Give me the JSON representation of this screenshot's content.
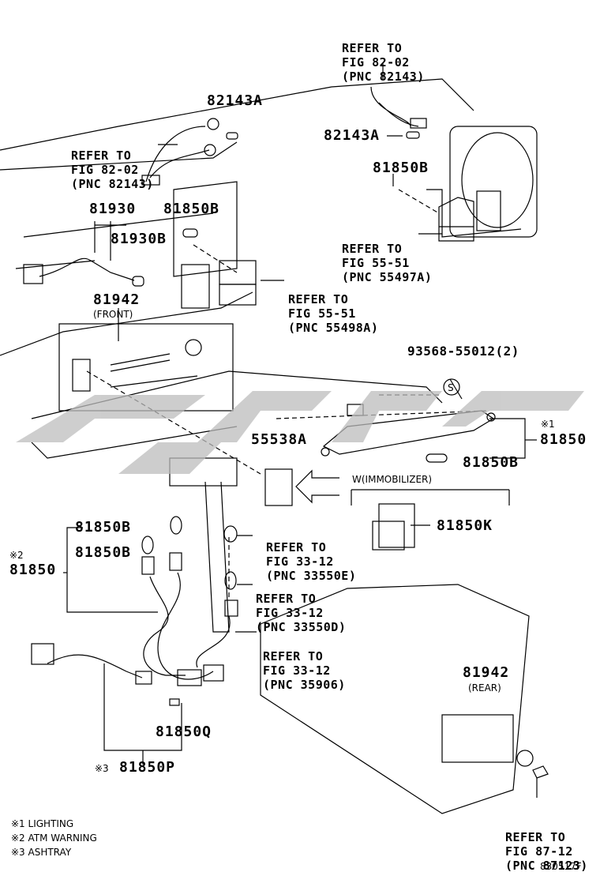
{
  "part_numbers": {
    "p82143A_top": "82143A",
    "p82143A_right": "82143A",
    "p81850B_upper_right": "81850B",
    "p81930": "81930",
    "p81850B_mid": "81850B",
    "p81930B": "81930B",
    "p81942_front": "81942",
    "p93568": "93568-55012(2)",
    "p55538A": "55538A",
    "p81850_right": "81850",
    "p81850B_right": "81850B",
    "p81850K": "81850K",
    "p81850B_left1": "81850B",
    "p81850B_left2": "81850B",
    "p81850_left": "81850",
    "p81942_rear": "81942",
    "p81850Q": "81850Q",
    "p81850P": "81850P"
  },
  "sub_labels": {
    "front": "(FRONT)",
    "rear": "(REAR)",
    "immobilizer": "W(IMMOBILIZER)",
    "s_symbol": "S",
    "mark1": "※1",
    "mark2": "※2",
    "mark3": "※3"
  },
  "refs": {
    "r82_02_top": [
      "REFER TO",
      "FIG 82-02",
      "(PNC 82143)"
    ],
    "r82_02_left": [
      "REFER TO",
      "FIG 82-02",
      "(PNC 82143)"
    ],
    "r55_51_a": [
      "REFER TO",
      "FIG 55-51",
      "(PNC 55497A)"
    ],
    "r55_51_b": [
      "REFER TO",
      "FIG 55-51",
      "(PNC 55498A)"
    ],
    "r33_12_e": [
      "REFER TO",
      "FIG 33-12",
      "(PNC 33550E)"
    ],
    "r33_12_d": [
      "REFER TO",
      "FIG 33-12",
      "(PNC 33550D)"
    ],
    "r33_12_906": [
      "REFER TO",
      "FIG 33-12",
      "(PNC 35906)"
    ],
    "r87_12": [
      "REFER TO",
      "FIG 87-12",
      "(PNC 87123)"
    ]
  },
  "legend": [
    "※1 LIGHTING",
    "※2 ATM WARNING",
    "※3 ASHTRAY"
  ],
  "figure_code": "830517F",
  "colors": {
    "line": "#000000",
    "watermark": "#bdbdbd"
  }
}
